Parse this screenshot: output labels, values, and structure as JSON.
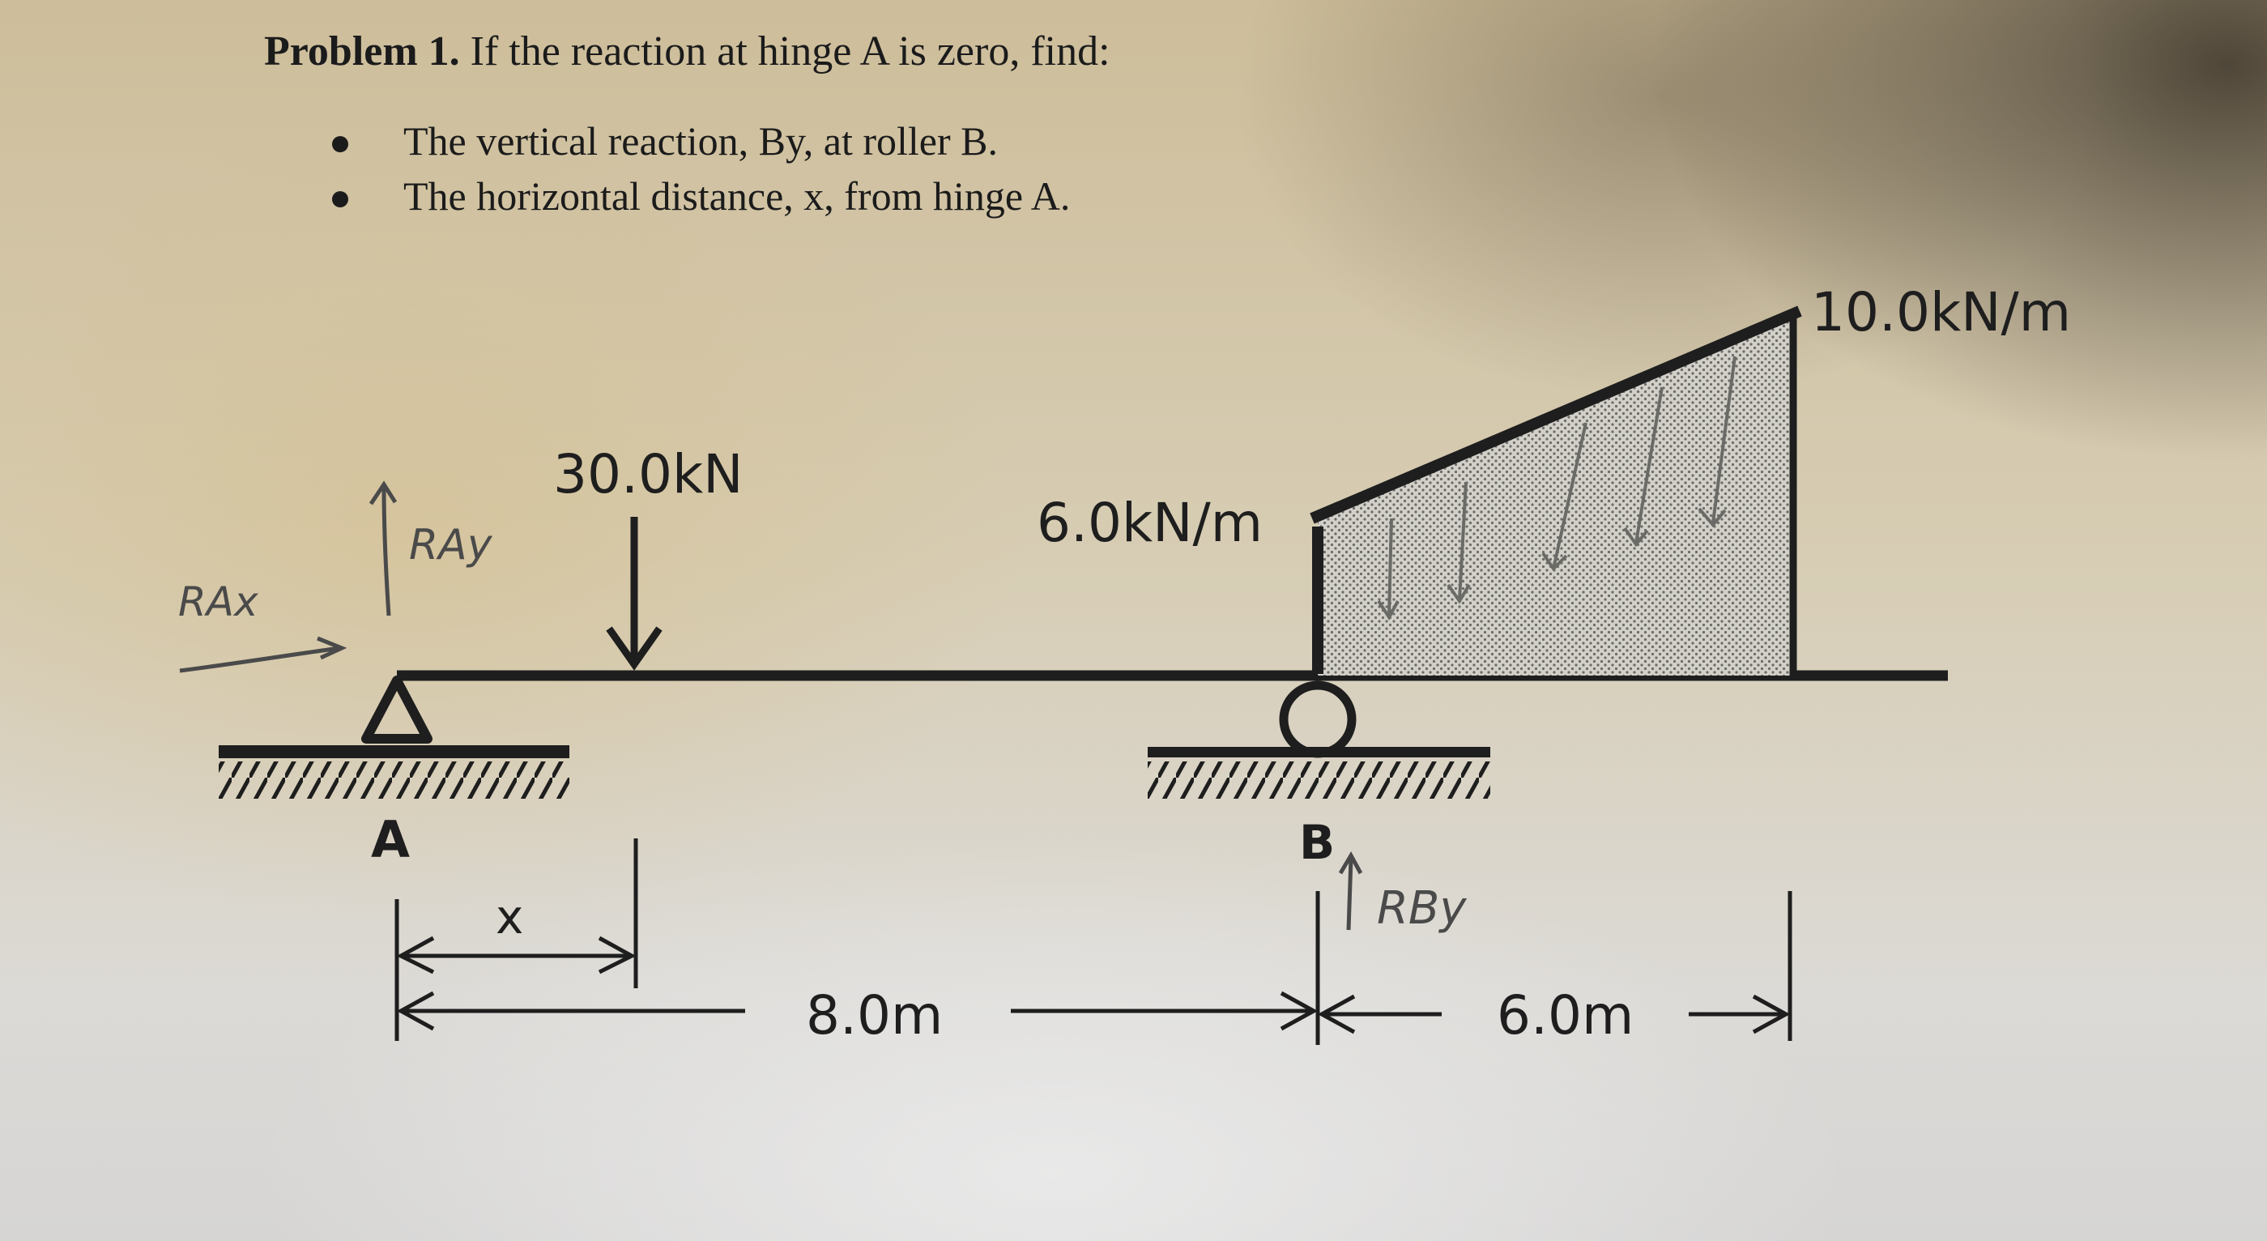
{
  "problem": {
    "number_label": "Problem 1.",
    "statement": "If the reaction at hinge A is zero, find:",
    "items": [
      "The vertical reaction, By, at roller B.",
      "The horizontal distance, x, from hinge A."
    ]
  },
  "diagram": {
    "point_load_label": "30.0kN",
    "udl_start_label": "6.0kN/m",
    "udl_end_label": "10.0kN/m",
    "support_a_label": "A",
    "support_b_label": "B",
    "dim_x_label": "x",
    "dim_ab_label": "8.0m",
    "dim_b_end_label": "6.0m",
    "handwritten": {
      "rax": "RAx",
      "ray": "RAy",
      "rby": "RBy"
    }
  },
  "colors": {
    "ink": "#1e1e1e",
    "pencil": "#4a4a4a"
  }
}
